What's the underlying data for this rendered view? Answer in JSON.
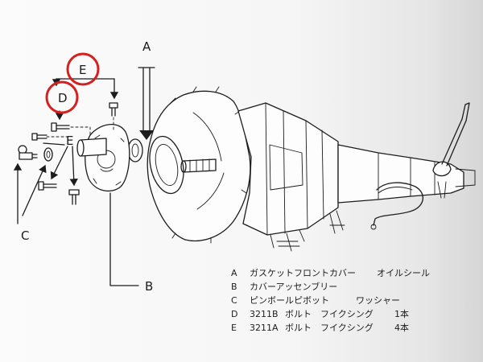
{
  "labels": {
    "A": "A",
    "B": "B",
    "C": "C",
    "D": "D",
    "E_top": "E",
    "E_lower": "E"
  },
  "colors": {
    "ink": "#1c1c1c",
    "highlight": "#d42020"
  },
  "legend": [
    {
      "letter": "A",
      "parts": [
        "ガスケットフロントカバー",
        "オイルシール"
      ]
    },
    {
      "letter": "B",
      "parts": [
        "カバーアッセンブリー"
      ]
    },
    {
      "letter": "C",
      "parts": [
        "ピンボールピボット",
        "ワッシャー"
      ]
    },
    {
      "letter": "D",
      "parts": [
        "3211B",
        "ボルト",
        "フイクシング",
        "1本"
      ]
    },
    {
      "letter": "E",
      "parts": [
        "3211A",
        "ボルト",
        "フイクシング",
        "4本"
      ]
    }
  ]
}
